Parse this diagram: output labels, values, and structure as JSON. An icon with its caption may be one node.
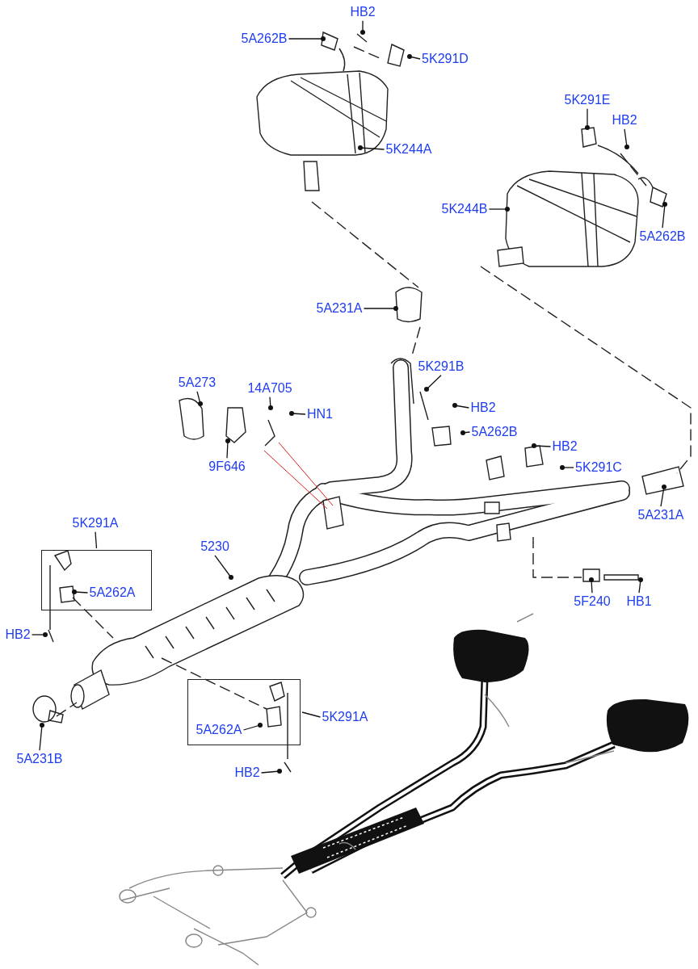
{
  "diagram": {
    "nodes": [
      {
        "text": [
          "HB2"
        ]
      },
      {
        "text": [
          "5A262B"
        ]
      },
      {
        "text": [
          "5K291D"
        ]
      },
      {
        "text": [
          "5K244A"
        ]
      },
      {
        "text": [
          "5K291E"
        ]
      },
      {
        "text": [
          "HB2"
        ]
      },
      {
        "text": [
          "5K244B"
        ]
      },
      {
        "text": [
          "5A262B"
        ]
      },
      {
        "text": [
          "5A231A"
        ]
      },
      {
        "text": [
          "5K291B"
        ]
      },
      {
        "text": [
          "HB2"
        ]
      },
      {
        "text": [
          "5A262B"
        ]
      },
      {
        "text": [
          "5A273"
        ]
      },
      {
        "text": [
          "14A705"
        ]
      },
      {
        "text": [
          "HN1"
        ]
      },
      {
        "text": [
          "9F646"
        ]
      },
      {
        "text": [
          "HB2"
        ]
      },
      {
        "text": [
          "5K291C"
        ]
      },
      {
        "text": [
          "5A231A"
        ]
      },
      {
        "text": [
          "5K291A"
        ]
      },
      {
        "text": [
          "5230"
        ]
      },
      {
        "text": [],
        "shape": "box"
      },
      {
        "text": [
          "5A262A"
        ],
        "in": 21
      },
      {
        "text": [
          "HB2"
        ]
      },
      {
        "text": [
          "5F240"
        ]
      },
      {
        "text": [
          "HB1"
        ]
      },
      {
        "text": [
          "5A231B"
        ]
      },
      {
        "text": [],
        "shape": "box"
      },
      {
        "text": [
          "5A262A"
        ],
        "in": 27
      },
      {
        "text": [
          "5K291A"
        ]
      },
      {
        "text": [
          "HB2"
        ]
      }
    ],
    "edges": [
      {
        "from": 0,
        "to": null,
        "arrow": "other"
      },
      {
        "from": 1,
        "to": null,
        "arrow": "other"
      },
      {
        "from": 2,
        "to": null,
        "arrow": "other"
      },
      {
        "from": 3,
        "to": null,
        "arrow": "other"
      },
      {
        "from": 4,
        "to": null,
        "arrow": "other"
      },
      {
        "from": 5,
        "to": null,
        "arrow": "other"
      },
      {
        "from": 6,
        "to": null,
        "arrow": "other"
      },
      {
        "from": 7,
        "to": null,
        "arrow": "other"
      },
      {
        "from": 8,
        "to": null,
        "arrow": "other"
      },
      {
        "from": 9,
        "to": null,
        "arrow": "other"
      },
      {
        "from": 10,
        "to": null,
        "arrow": "other"
      },
      {
        "from": 11,
        "to": null,
        "arrow": "other"
      },
      {
        "from": 12,
        "to": null,
        "arrow": "other"
      },
      {
        "from": 13,
        "to": null,
        "arrow": "other"
      },
      {
        "from": 14,
        "to": null,
        "arrow": "other"
      },
      {
        "from": 15,
        "to": null,
        "arrow": "other"
      },
      {
        "from": 16,
        "to": null,
        "arrow": "other"
      },
      {
        "from": 17,
        "to": null,
        "arrow": "other"
      },
      {
        "from": 18,
        "to": null,
        "arrow": "other"
      },
      {
        "from": 19,
        "to": 21,
        "arrow": "none"
      },
      {
        "from": 20,
        "to": null,
        "arrow": "other"
      },
      {
        "from": 22,
        "to": null,
        "arrow": "other"
      },
      {
        "from": 23,
        "to": null,
        "arrow": "other"
      },
      {
        "from": 24,
        "to": null,
        "arrow": "other"
      },
      {
        "from": 25,
        "to": null,
        "arrow": "other"
      },
      {
        "from": 26,
        "to": null,
        "arrow": "other"
      },
      {
        "from": 28,
        "to": null,
        "arrow": "other"
      },
      {
        "from": 29,
        "to": 27,
        "arrow": "none"
      },
      {
        "from": 30,
        "to": null,
        "arrow": "other"
      }
    ]
  }
}
